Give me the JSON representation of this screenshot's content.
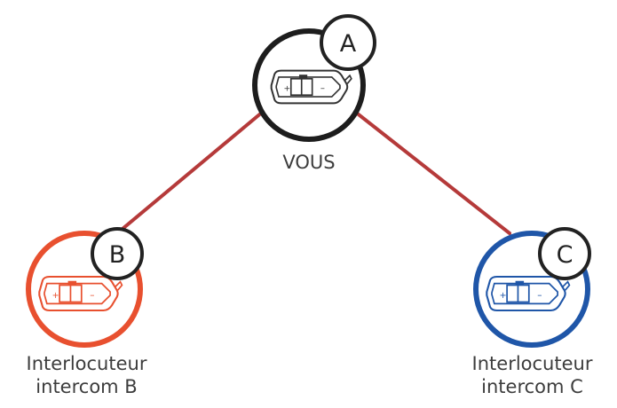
{
  "diagram": {
    "title": "",
    "colors": {
      "link": "#b53a3a",
      "node_you": "#1d1d1d",
      "node_b": "#e8502f",
      "node_c": "#1f56a8",
      "device_you": "#333333",
      "device_b": "#e8502f",
      "device_c": "#1f56a8"
    },
    "nodes": [
      {
        "id": "A",
        "badge": "A",
        "caption_line1": "VOUS",
        "caption_line2": "",
        "ring_color": "#1d1d1d"
      },
      {
        "id": "B",
        "badge": "B",
        "caption_line1": "Interlocuteur",
        "caption_line2": "intercom B",
        "ring_color": "#e8502f"
      },
      {
        "id": "C",
        "badge": "C",
        "caption_line1": "Interlocuteur",
        "caption_line2": "intercom C",
        "ring_color": "#1f56a8"
      }
    ],
    "links": [
      {
        "from": "A",
        "to": "B"
      },
      {
        "from": "A",
        "to": "C"
      }
    ],
    "icons": {
      "device": "intercom-headset-device-icon"
    }
  }
}
